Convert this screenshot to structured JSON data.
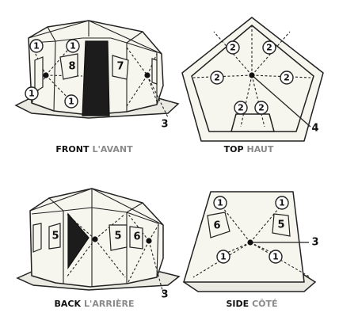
{
  "views": {
    "front": {
      "caption_en": "FRONT",
      "caption_fr": "L'AVANT",
      "badges": [
        "1",
        "1",
        "1",
        "1"
      ],
      "windows": [
        "8",
        "7"
      ],
      "callout": "3"
    },
    "top": {
      "caption_en": "TOP",
      "caption_fr": "HAUT",
      "badges": [
        "2",
        "2",
        "2",
        "2",
        "2",
        "2"
      ],
      "callout": "4"
    },
    "back": {
      "caption_en": "BACK",
      "caption_fr": "L'ARRIÈRE",
      "windows": [
        "5",
        "5",
        "6"
      ],
      "callout": "3"
    },
    "side": {
      "caption_en": "SIDE",
      "caption_fr": "CÔTÉ",
      "badges": [
        "1",
        "1",
        "1",
        "1"
      ],
      "windows": [
        "6",
        "5"
      ],
      "callout": "3"
    }
  }
}
